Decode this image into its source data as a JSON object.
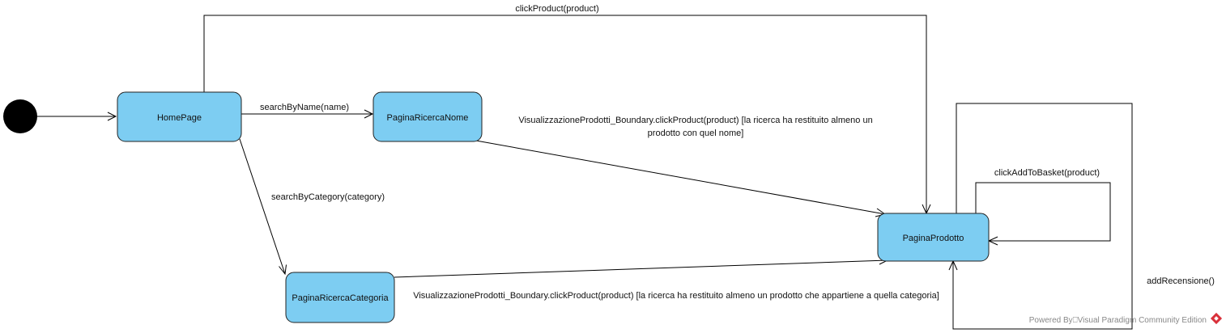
{
  "diagram": {
    "initial_state": "",
    "states": {
      "homepage": "HomePage",
      "ricerca_nome": "PaginaRicercaNome",
      "ricerca_categoria": "PaginaRicercaCategoria",
      "prodotto": "PaginaProdotto"
    },
    "transitions": {
      "click_product": "clickProduct(product)",
      "search_by_name": "searchByName(name)",
      "search_by_category": "searchByCategory(category)",
      "from_nome_line1": "VisualizzazioneProdotti_Boundary.clickProduct(product) [la ricerca ha restituito almeno un",
      "from_nome_line2": "prodotto con quel nome]",
      "from_categoria": "VisualizzazioneProdotti_Boundary.clickProduct(product) [la ricerca ha restituito almeno un prodotto che appartiene a quella categoria]",
      "add_to_basket": "clickAddToBasket(product)",
      "add_recensione": "addRecensione()"
    },
    "footer": "Powered By⎕Visual Paradigm Community Edition",
    "colors": {
      "state_fill": "#7dcdf2",
      "state_stroke": "#222222",
      "initial_fill": "#000000",
      "logo_red": "#d9303a"
    }
  }
}
